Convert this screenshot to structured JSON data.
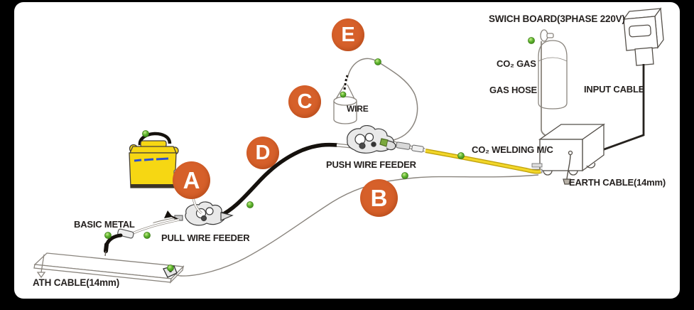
{
  "labels": {
    "switch_board": "SWICH BOARD(3PHASE 220V)",
    "co2_gas": "CO₂ GAS",
    "gas_hose": "GAS HOSE",
    "input_cable": "INPUT CABLE",
    "co2_welding_mc": "CO₂ WELDING M/C",
    "earth_cable": "EARTH CABLE(14mm)",
    "wire": "WIRE",
    "push_wire_feeder": "PUSH WIRE FEEDER",
    "pull_wire_feeder": "PULL WIRE FEEDER",
    "basic_metal": "BASIC METAL",
    "ath_cable": "ATH CABLE(14mm)"
  },
  "markers": [
    {
      "letter": "A"
    },
    {
      "letter": "B"
    },
    {
      "letter": "C"
    },
    {
      "letter": "D"
    },
    {
      "letter": "E"
    }
  ],
  "colors": {
    "marker_orange": "#d6602a",
    "indicator_green": "#5cb32e",
    "pail_yellow": "#f6d713",
    "cable_yellow": "#eecb1d",
    "line_art_gray": "#6b655e",
    "background": "#000000",
    "canvas": "#ffffff"
  }
}
